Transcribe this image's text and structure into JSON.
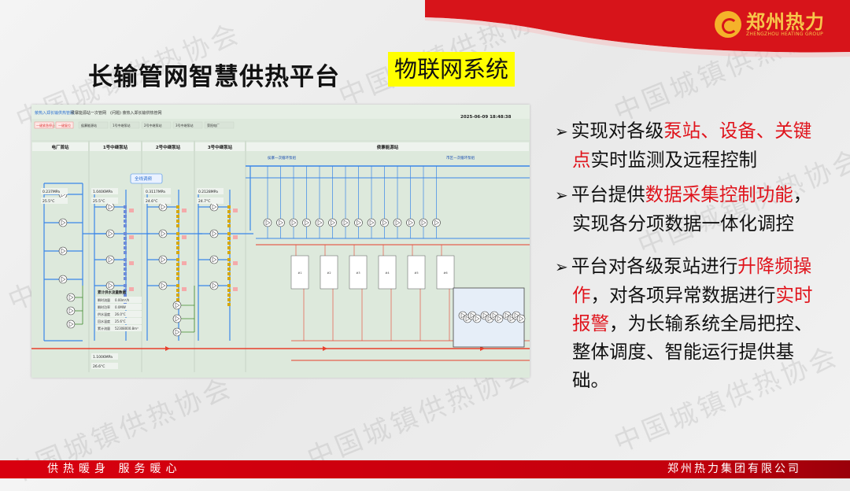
{
  "slide": {
    "title": "长输管网智慧供热平台",
    "subtitle": "物联网系统",
    "logo": {
      "cn": "郑州热力",
      "en": "ZHENGZHOU HEATING GROUP"
    },
    "watermark": "中国城镇供热协会",
    "bullets": [
      {
        "parts": [
          {
            "t": "实现对各级",
            "red": false
          },
          {
            "t": "泵站、设备、关键",
            "red": true
          }
        ],
        "cont": [
          {
            "t": "点",
            "red": true
          },
          {
            "t": "实时监测及远程控制",
            "red": false
          }
        ]
      },
      {
        "parts": [
          {
            "t": "平台提供",
            "red": false
          },
          {
            "t": "数据采集控制功能",
            "red": true
          },
          {
            "t": "，",
            "red": false
          }
        ],
        "cont": [
          {
            "t": "实现各分项数据一体化调控",
            "red": false
          }
        ]
      },
      {
        "parts": [
          {
            "t": "平台对各级泵站进行",
            "red": false
          },
          {
            "t": "升降频操",
            "red": true
          }
        ],
        "cont": [
          {
            "t": "作",
            "red": true
          },
          {
            "t": "，对各项异常数据进行",
            "red": false
          },
          {
            "t": "实时",
            "red": true
          }
        ],
        "cont2": [
          {
            "t": "报警",
            "red": true
          },
          {
            "t": "，为长输系统全局把控、",
            "red": false
          }
        ],
        "cont3": [
          {
            "t": "整体调度、智能运行提供基础。",
            "red": false
          }
        ]
      }
    ],
    "footer": {
      "left": "供热暖身 服务暖心",
      "right": "郑州热力集团有限公司"
    },
    "colors": {
      "brand_red": "#d7141a",
      "highlight_yellow": "#ffff00",
      "pipe_blue": "#3a86e8",
      "pipe_red": "#e8402c",
      "pipe_green": "#3e8a2e"
    }
  },
  "scada": {
    "tabs": [
      "荥热入郑长输供热管网",
      "侯寨能源站一次管网",
      "(问题) 荥热入郑长输供热管网"
    ],
    "timestamp": "2025-06-09 18:48:38",
    "buttons": {
      "emergency_stop": "一键紧急停止",
      "reset": "一键复位",
      "full_line": "全线调频"
    },
    "nav": [
      "侯寨能源站",
      "1号中继泵站",
      "2号中继泵站",
      "3号中继泵站",
      "荥阳电厂"
    ],
    "stations": [
      "电厂首站",
      "1号中继泵站",
      "2号中继泵站",
      "3号中继泵站",
      "侯寨能源站"
    ],
    "groups": [
      "侯寨一次循环泵组",
      "市区一次循环泵组"
    ],
    "readings": {
      "plant_a": "0.237MPa",
      "plant_t": "25.5°C",
      "s1_p": "1.0406MPa",
      "s1_t": "25.5°C",
      "s2_p": "0.3117MPa",
      "s2_t": "24.6°C",
      "s3_p": "0.2128MPa",
      "s3_t": "24.7°C",
      "out_p": "1.1006MPa",
      "out_t": "26.6°C"
    },
    "table_title": "累计供水流量数据",
    "table": [
      [
        "瞬时流量",
        "0.00m³/h"
      ],
      [
        "瞬时功率",
        "0.0MW"
      ],
      [
        "供水温度",
        "26.0°C"
      ],
      [
        "回水温度",
        "25.6°C"
      ],
      [
        "累计流量",
        "52308000.8m³"
      ]
    ]
  }
}
